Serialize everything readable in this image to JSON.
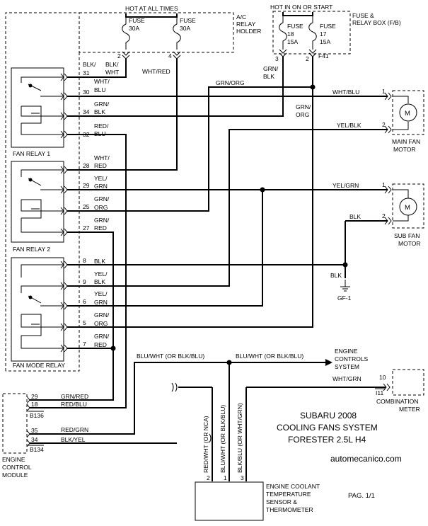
{
  "header": {
    "hot_at_all_times": "HOT AT ALL TIMES",
    "hot_in_on_or_start": "HOT IN ON OR START"
  },
  "holders": {
    "ac_relay_holder": [
      "A/C",
      "RELAY",
      "HOLDER"
    ],
    "fuse_relay_box": [
      "FUSE &",
      "RELAY BOX (F/B)"
    ],
    "fuse_relay_box_connector": "F41"
  },
  "fuses": [
    {
      "lines": [
        "FUSE",
        "30A"
      ]
    },
    {
      "lines": [
        "FUSE",
        "30A"
      ]
    },
    {
      "lines": [
        "FUSE",
        "18",
        "15A"
      ]
    },
    {
      "lines": [
        "FUSE",
        "17",
        "15A"
      ]
    }
  ],
  "pins": {
    "ac_left": "2",
    "ac_right": "4",
    "fb_left": "3",
    "fb_right": "2",
    "r31": "31",
    "r30": "30",
    "r34": "34",
    "r32": "32",
    "r28": "28",
    "r29": "29",
    "r25": "25",
    "r27": "27",
    "r8": "8",
    "r9": "9",
    "r6": "6",
    "r5": "5",
    "r7": "7",
    "main_fan_1": "1",
    "main_fan_2": "2",
    "sub_fan_1": "1",
    "sub_fan_2": "2",
    "ecm_29": "29",
    "ecm_18": "18",
    "ecm_35": "35",
    "ecm_34": "34",
    "meter_10": "10",
    "sensor_2": "2",
    "sensor_1": "1",
    "sensor_3": "3"
  },
  "connectors": {
    "ecm_b136": "B136",
    "ecm_b134": "B134",
    "meter_i11": "I11"
  },
  "wires": {
    "blk_wht": [
      "BLK/",
      "WHT"
    ],
    "wht_red_top": "WHT/RED",
    "grn_blk_top": [
      "GRN/",
      "BLK"
    ],
    "grn_org_top": "GRN/ORG",
    "grn_org_mid": [
      "GRN/",
      "ORG"
    ],
    "wht_blu_main": "WHT/BLU",
    "yel_blk_main": "YEL/BLK",
    "yel_grn_sub": "YEL/GRN",
    "blk_sub": "BLK",
    "blk_gnd": "BLK",
    "r31": [
      "BLK/",
      "WHT"
    ],
    "r30": [
      "WHT/",
      "BLU"
    ],
    "r34": [
      "GRN/",
      "BLK"
    ],
    "r32": [
      "RED/",
      "BLU"
    ],
    "r28": [
      "WHT/",
      "RED"
    ],
    "r29": [
      "YEL/",
      "GRN"
    ],
    "r25": [
      "GRN/",
      "ORG"
    ],
    "r27": [
      "GRN/",
      "RED"
    ],
    "r8": "BLK",
    "r9": [
      "YEL/",
      "BLK"
    ],
    "r6": [
      "YEL/",
      "GRN"
    ],
    "r5": [
      "GRN/",
      "ORG"
    ],
    "r7": [
      "GRN/",
      "RED"
    ],
    "ecm_29": "GRN/RED",
    "ecm_18": "RED/BLU",
    "ecm_35": "RED/GRN",
    "ecm_34": "BLK/YEL",
    "blu_wht_left": "BLU/WHT  (OR BLK/BLU)",
    "blu_wht_right": "BLU/WHT  (OR BLK/BLU)",
    "wht_grn": "WHT/GRN",
    "red_wht_v": "RED/WHT   (OR NCA)",
    "blu_wht_v": "BLU/WHT   (OR BLK/BLU)",
    "blk_blu_v": "BLK/BLU   (OR WHT/GRN)"
  },
  "components": {
    "fan_relay_1": "FAN RELAY 1",
    "fan_relay_2": "FAN RELAY 2",
    "fan_mode_relay": "FAN MODE RELAY",
    "main_fan_motor": [
      "MAIN FAN",
      "MOTOR"
    ],
    "sub_fan_motor": [
      "SUB FAN",
      "MOTOR"
    ],
    "ground": "GF-1",
    "engine_controls_system": [
      "ENGINE",
      "CONTROLS",
      "SYSTEM"
    ],
    "combination_meter": [
      "COMBINATION",
      "METER"
    ],
    "engine_control_module": [
      "ENGINE",
      "CONTROL",
      "MODULE"
    ],
    "coolant_sensor": [
      "ENGINE COOLANT",
      "TEMPERATURE",
      "SENSOR &",
      "THERMOMETER"
    ],
    "motor_symbol": "M"
  },
  "title_block": {
    "lines": [
      "SUBARU 2008",
      "COOLING FANS SYSTEM",
      "FORESTER 2.5L H4"
    ],
    "website": "automecanico.com",
    "page": "PAG. 1/1"
  }
}
